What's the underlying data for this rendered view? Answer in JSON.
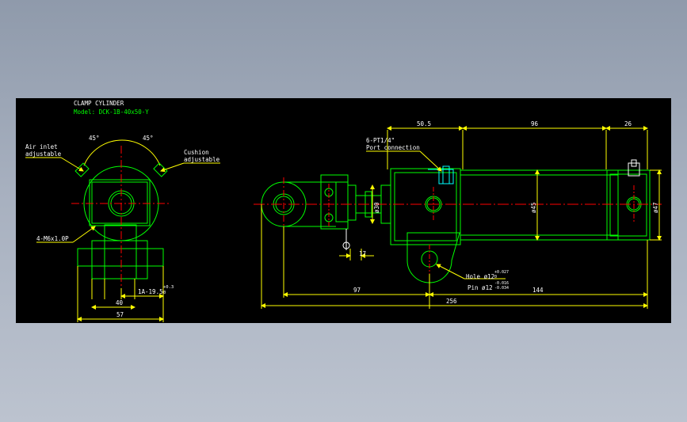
{
  "title_block": {
    "title": "CLAMP CYLINDER",
    "model": "Model: DCK-1B-40x50-Y"
  },
  "colors": {
    "background_outer": "#9aa4b4",
    "drawing_background": "#000000",
    "outline": "#00ff00",
    "centerline": "#ff0000",
    "dimension": "#ffff00",
    "text": "#ffffff",
    "detail": "#00ffff"
  },
  "left_view": {
    "angle_left": "45°",
    "angle_right": "45°",
    "air_inlet_label": "Air inlet",
    "air_inlet_label_2": "adjustable",
    "cushion_label": "Cushion",
    "cushion_label_2": "adjustable",
    "thread_label": "4-M6x1.0P",
    "dim_1a": "1A-19.5",
    "dim_1a_tol_upper": "+0.3",
    "dim_1a_tol_lower": "0",
    "dim_40": "40",
    "dim_57": "57"
  },
  "side_view": {
    "port_label": "6-PT1/4\"",
    "port_label_2": "Port connection",
    "dim_50_5": "50.5",
    "dim_96": "96",
    "dim_26": "26",
    "dim_phi_30": "ø30",
    "dim_phi_45": "ø45",
    "dim_phi_47": "ø47",
    "dim_17": "17",
    "dim_97": "97",
    "dim_144": "144",
    "dim_256": "256",
    "hole_label": "Hole ø12",
    "hole_tol_upper": "+0.027",
    "hole_tol_lower": "0",
    "pin_label": "Pin ø12",
    "pin_tol_upper": "-0.016",
    "pin_tol_lower": "-0.034"
  }
}
